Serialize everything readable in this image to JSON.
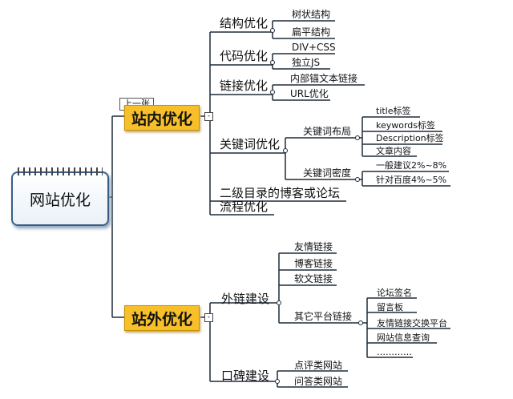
{
  "root": {
    "label": "网站优化"
  },
  "tag": {
    "label": "上一张"
  },
  "branches": {
    "onsite": {
      "label": "站内优化",
      "children": {
        "structure": {
          "label": "结构优化",
          "items": [
            "树状结构",
            "扁平结构"
          ]
        },
        "code": {
          "label": "代码优化",
          "items": [
            "DIV+CSS",
            "独立JS"
          ]
        },
        "links": {
          "label": "链接优化",
          "items": [
            "内部锚文本链接",
            "URL优化"
          ]
        },
        "keywords": {
          "label": "关键词优化",
          "layout": {
            "label": "关键词布局",
            "items": [
              "title标签",
              "keywords标签",
              "Description标签",
              "文章内容"
            ]
          },
          "density": {
            "label": "关键词密度",
            "items": [
              "一般建议2%~8%",
              "针对百度4%~5%"
            ]
          }
        },
        "subdir": {
          "label": "二级目录的博客或论坛"
        },
        "process": {
          "label": "流程优化"
        }
      }
    },
    "offsite": {
      "label": "站外优化",
      "children": {
        "external": {
          "label": "外链建设",
          "items": [
            "友情链接",
            "博客链接",
            "软文链接"
          ],
          "other": {
            "label": "其它平台链接",
            "items": [
              "论坛签名",
              "留言板",
              "友情链接交换平台",
              "网站信息查询",
              "…………"
            ]
          }
        },
        "reputation": {
          "label": "口碑建设",
          "items": [
            "点评类网站",
            "问答类网站"
          ]
        }
      }
    }
  }
}
